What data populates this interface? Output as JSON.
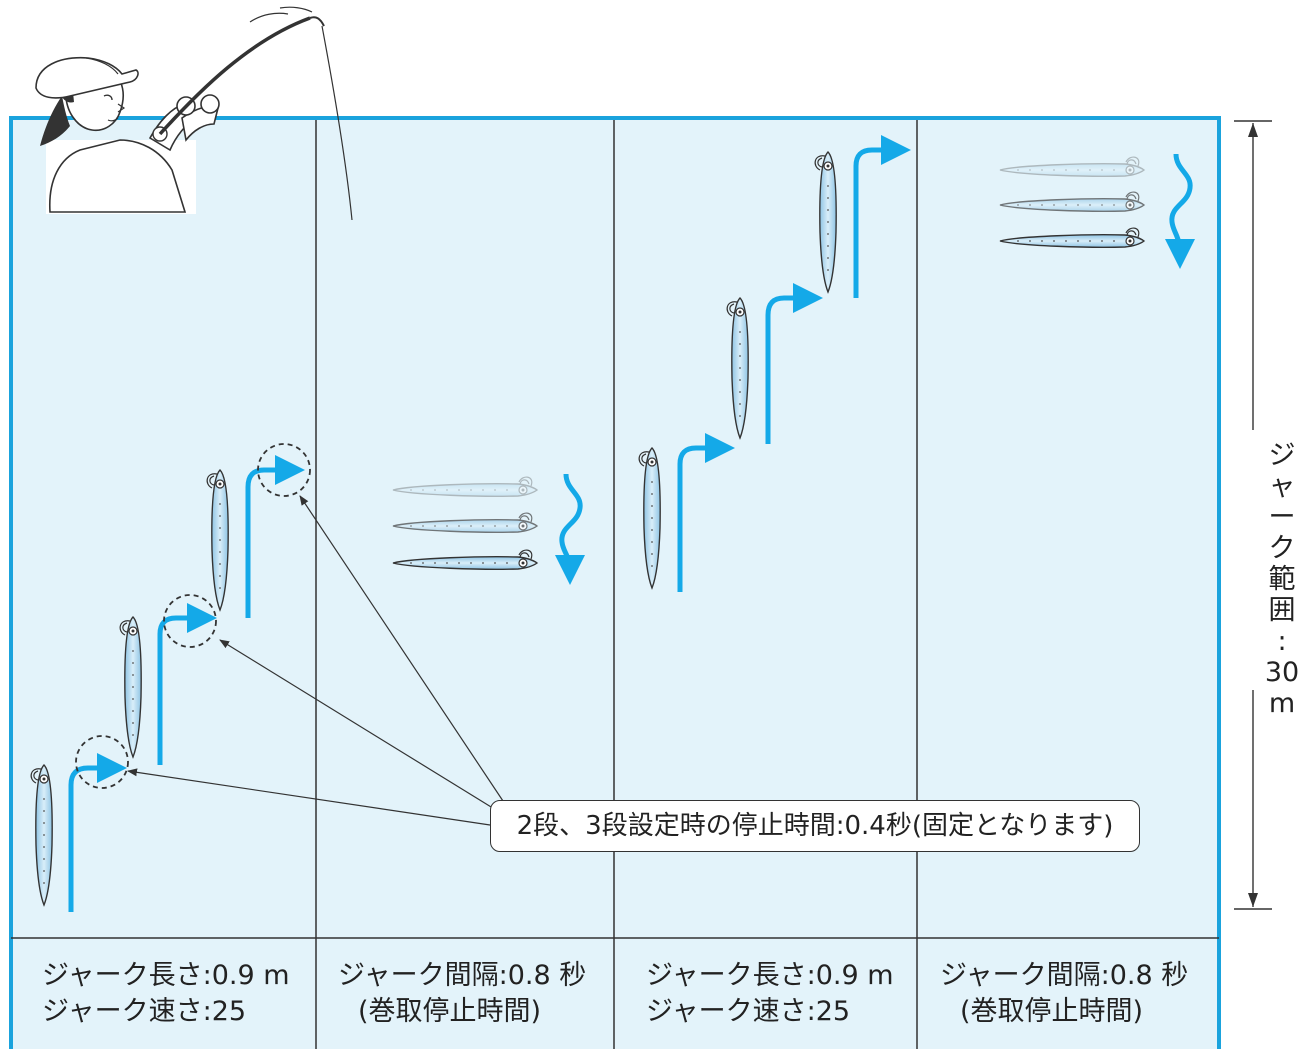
{
  "colors": {
    "water": "#e3f3fa",
    "frame": "#1aa3dd",
    "arrow": "#14a9e8",
    "lure_blue": "#b9dcef",
    "line": "#333333"
  },
  "icons": [
    "angler-icon",
    "fishing-rod-icon",
    "jig-lure-icon",
    "jerk-arrow-icon",
    "fall-arrow-icon",
    "pause-circle-marker"
  ],
  "panels": [
    {
      "caption_line1": "ジャーク長さ:0.9 m",
      "caption_line2": "ジャーク速さ:25"
    },
    {
      "caption_line1": "ジャーク間隔:0.8 秒",
      "caption_line2": "(巻取停止時間)"
    },
    {
      "caption_line1": "ジャーク長さ:0.9 m",
      "caption_line2": "ジャーク速さ:25"
    },
    {
      "caption_line1": "ジャーク間隔:0.8 秒",
      "caption_line2": "(巻取停止時間)"
    }
  ],
  "callout": {
    "text": "2段、3段設定時の停止時間:0.4秒(固定となります)"
  },
  "range": {
    "label_chars": [
      "ジ",
      "ャ",
      "ー",
      "ク",
      "範",
      "囲",
      ":",
      "30",
      "m"
    ]
  }
}
